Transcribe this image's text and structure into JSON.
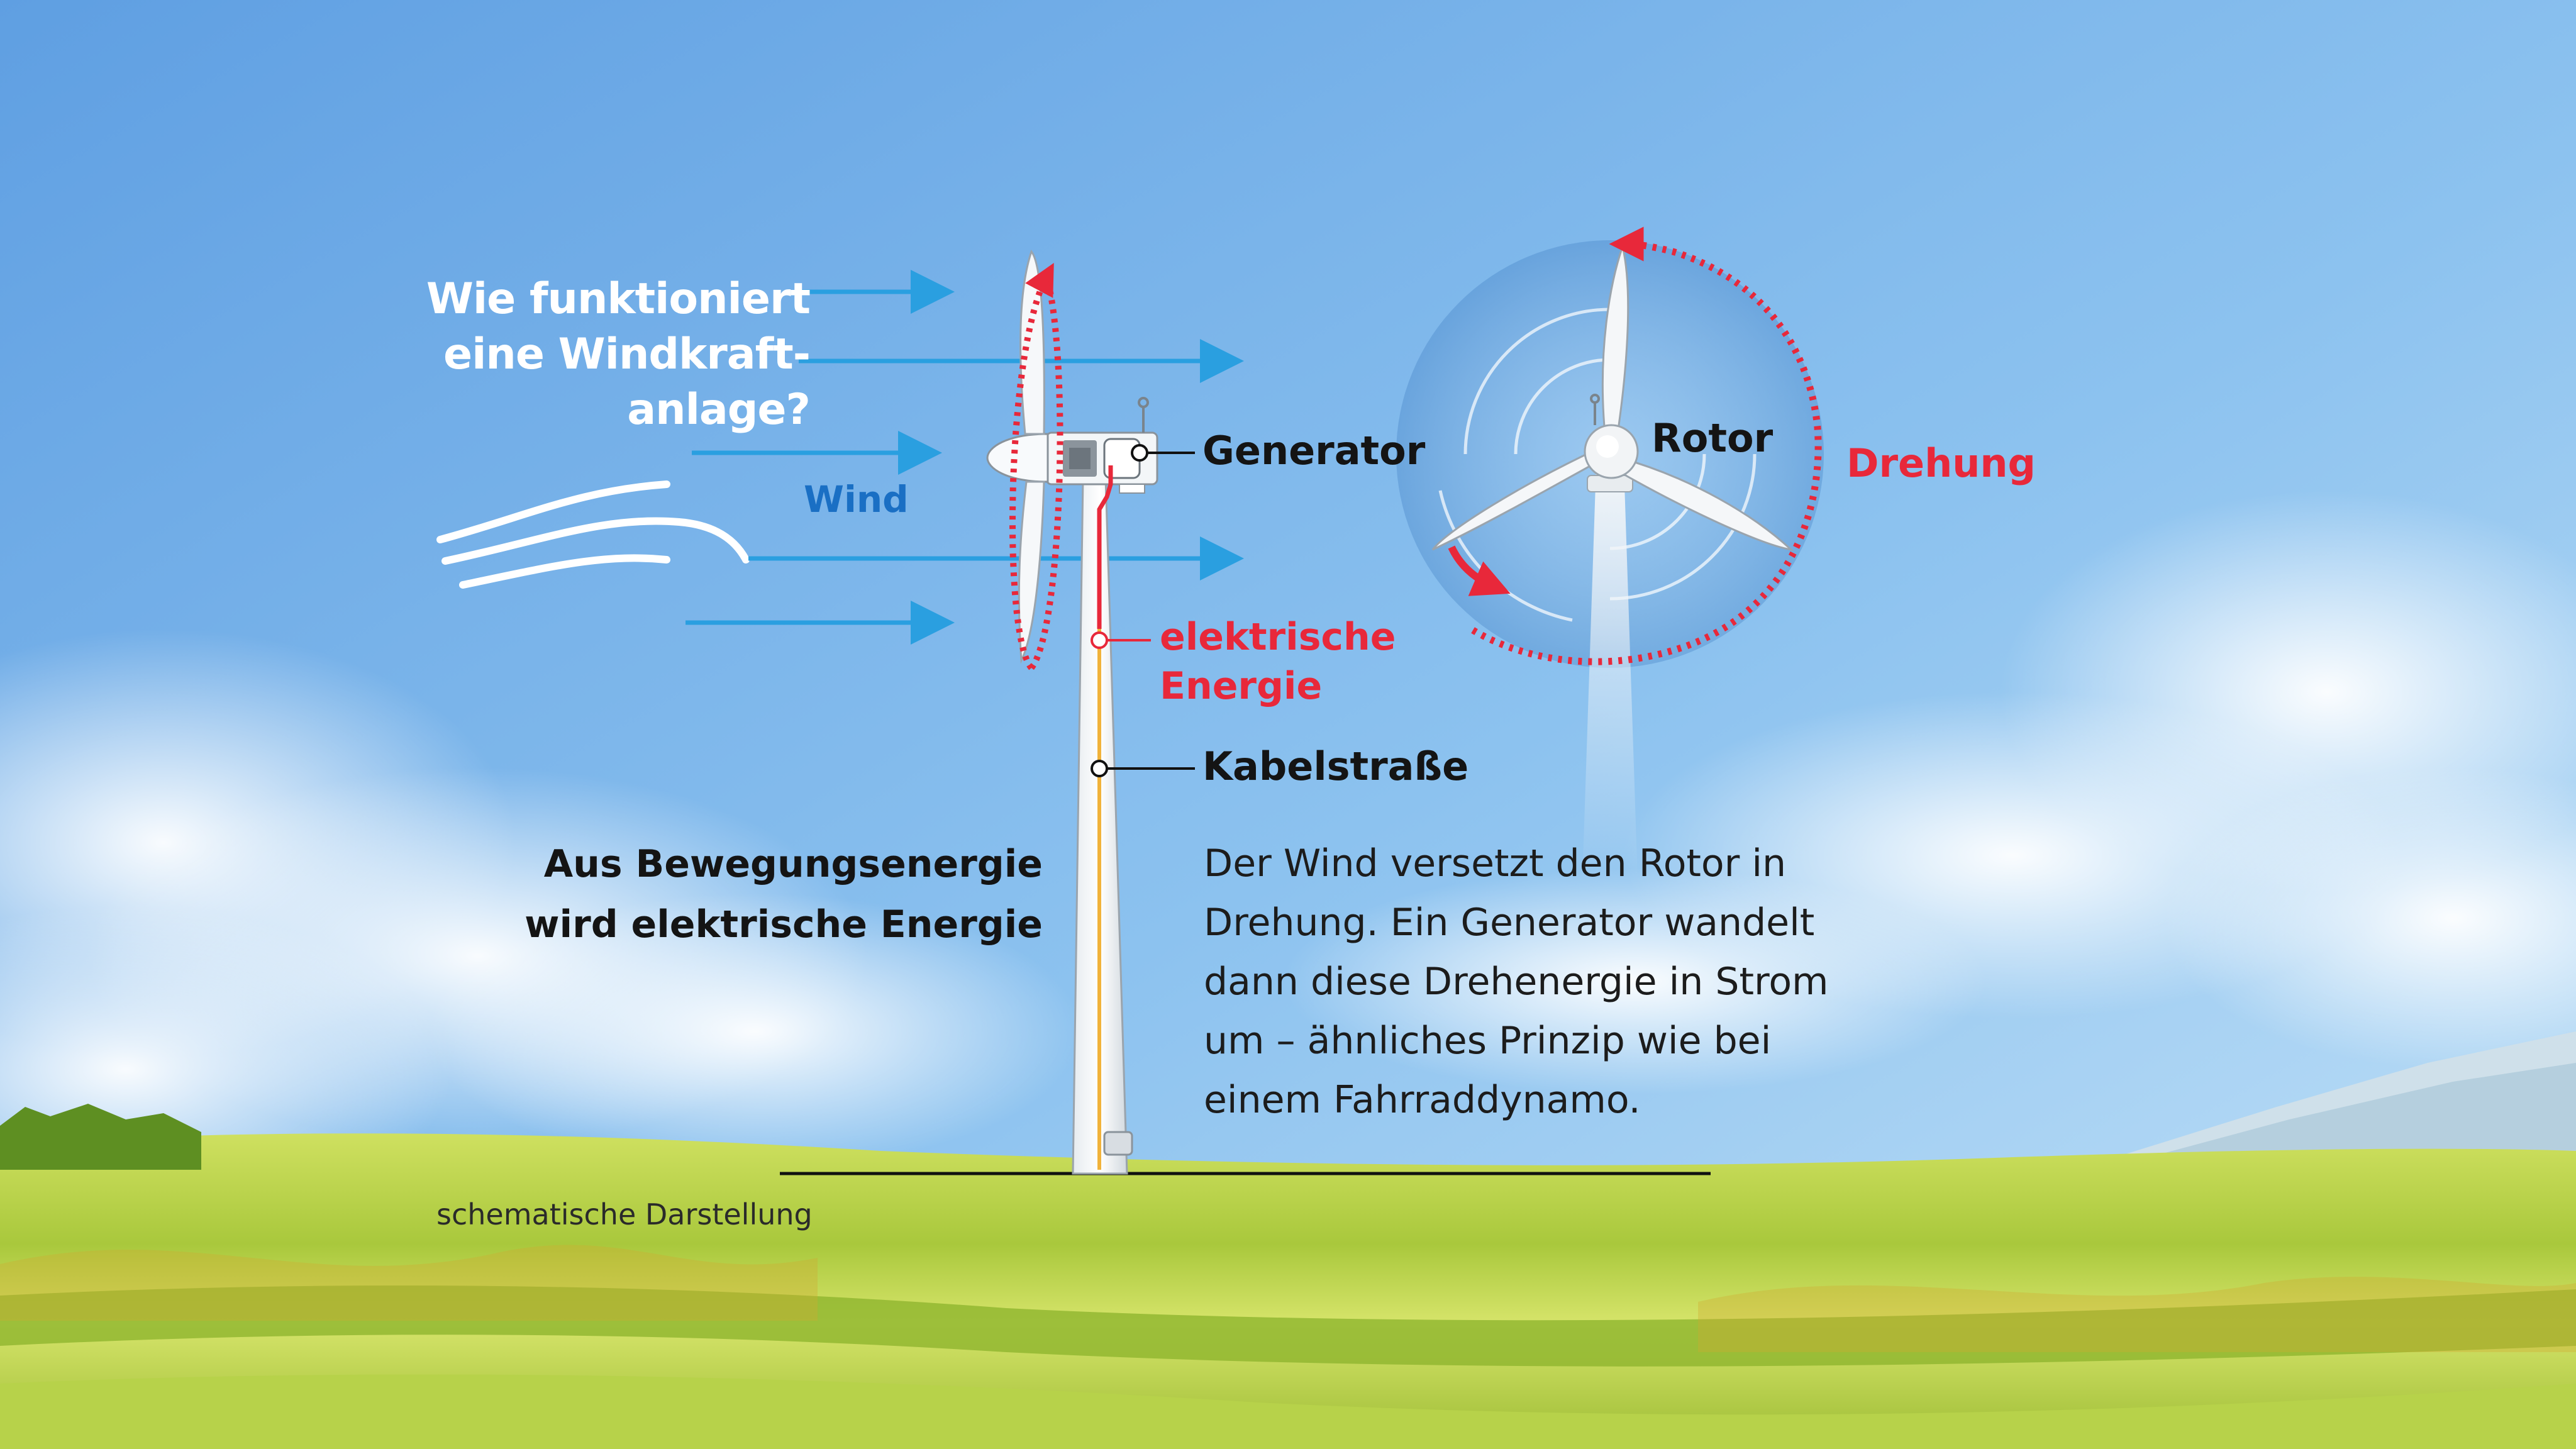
{
  "title": {
    "line1": "Wie funktioniert",
    "line2": "eine Windkraft-",
    "line3": "anlage?"
  },
  "labels": {
    "wind": "Wind",
    "generator": "Generator",
    "rotor": "Rotor",
    "drehung": "Drehung",
    "elektrische_line1": "elektrische",
    "elektrische_line2": "Energie",
    "kabelstrasse": "Kabelstraße"
  },
  "subtitle": {
    "line1": "Aus Bewegungsenergie",
    "line2": "wird elektrische Energie"
  },
  "description": {
    "line1": "Der Wind versetzt den Rotor in",
    "line2": "Drehung. Ein Generator wandelt",
    "line3": "dann diese Drehenergie in Strom",
    "line4": "um – ähnliches Prinzip wie bei",
    "line5": "einem Fahrraddynamo."
  },
  "footnote": "schematische Darstellung",
  "colors": {
    "sky_top": "#6aa9e6",
    "sky_bottom": "#b9dcf5",
    "wind_arrow": "#2a9fe0",
    "wind_label": "#1a6fc4",
    "rotation_red": "#e8283a",
    "grass_light": "#c8dd55",
    "grass_dark": "#7fae2e"
  },
  "icons": {
    "wind_lines": "wind-gust-icon",
    "rotation_arrow": "rotation-arrow-icon",
    "turbine": "wind-turbine-icon"
  }
}
